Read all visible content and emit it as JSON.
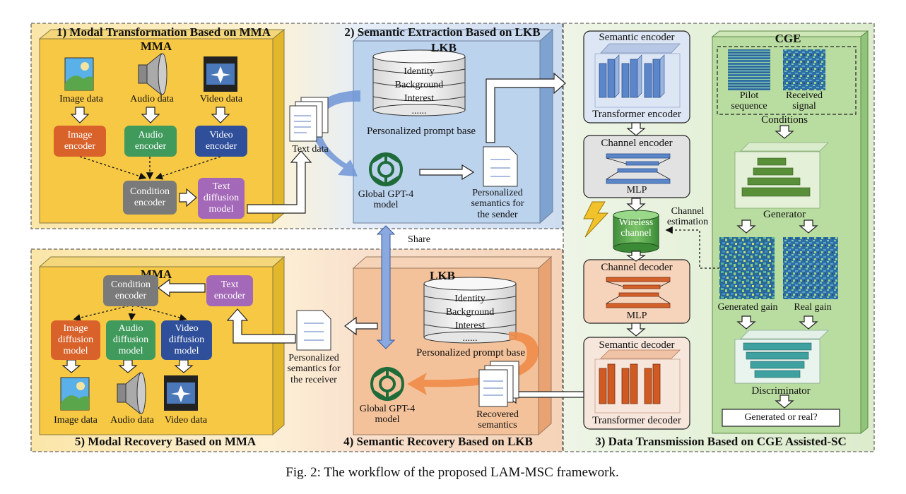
{
  "caption": "Fig. 2: The workflow of the proposed LAM-MSC framework.",
  "sections": {
    "s1": "1) Modal Transformation Based on MMA",
    "s2": "2) Semantic Extraction Based on LKB",
    "s3": "3) Data Transmission Based on CGE Assisted-SC",
    "s4": "4) Semantic Recovery Based on LKB",
    "s5": "5) Modal Recovery Based on MMA"
  },
  "mma_top": {
    "title": "MMA",
    "image_data": "Image data",
    "audio_data": "Audio data",
    "video_data": "Video data",
    "image_encoder": [
      "Image",
      "encoder"
    ],
    "audio_encoder": [
      "Audio",
      "encoder"
    ],
    "video_encoder": [
      "Video",
      "encoder"
    ],
    "condition_encoder": [
      "Condition",
      "encoder"
    ],
    "text_diffusion": [
      "Text",
      "diffusion",
      "model"
    ]
  },
  "text_data": "Text data",
  "lkb_top": {
    "title": "LKB",
    "db_items": [
      "Identity",
      "Background",
      "Interest",
      "......"
    ],
    "prompt_base": "Personalized prompt base",
    "gpt": [
      "Global GPT-4",
      "model"
    ],
    "semantics_sender": [
      "Personalized",
      "semantics for",
      "the sender"
    ]
  },
  "share": "Share",
  "lkb_bottom": {
    "title": "LKB",
    "db_items": [
      "Identity",
      "Background",
      "Interest",
      "......"
    ],
    "prompt_base": "Personalized prompt base",
    "gpt": [
      "Global GPT-4",
      "model"
    ],
    "recovered": [
      "Recovered",
      "semantics"
    ]
  },
  "semantics_receiver": [
    "Personalized",
    "semantics for",
    "the receiver"
  ],
  "mma_bottom": {
    "title": "MMA",
    "condition_encoder": [
      "Condition",
      "encoder"
    ],
    "text_encoder": [
      "Text",
      "encoder"
    ],
    "image_diffusion": [
      "Image",
      "diffusion",
      "model"
    ],
    "audio_diffusion": [
      "Audio",
      "diffusion",
      "model"
    ],
    "video_diffusion": [
      "Video",
      "diffusion",
      "model"
    ],
    "image_data": "Image data",
    "audio_data": "Audio data",
    "video_data": "Video data"
  },
  "sc": {
    "semantic_encoder": "Semantic encoder",
    "transformer_encoder": "Transformer encoder",
    "channel_encoder": "Channel encoder",
    "mlp1": "MLP",
    "wireless": [
      "Wireless",
      "channel"
    ],
    "channel_estimation": [
      "Channel",
      "estimation"
    ],
    "channel_decoder": "Channel decoder",
    "mlp2": "MLP",
    "semantic_decoder": "Semantic decoder",
    "transformer_decoder": "Transformer decoder"
  },
  "cge": {
    "title": "CGE",
    "pilot": [
      "Pilot",
      "sequence"
    ],
    "received": [
      "Received",
      "signal"
    ],
    "conditions": "Conditions",
    "generator": "Generator",
    "generated_gain": "Generated gain",
    "real_gain": "Real gain",
    "discriminator": "Discriminator",
    "generated_or_real": "Generated or real?"
  },
  "colors": {
    "yellow": "#f7c844",
    "blue": "#bcd3ee",
    "orange": "#f3c29a",
    "green": "#dcebc8",
    "image_enc": "#d9622a",
    "audio_enc": "#3f9a5c",
    "video_enc": "#2f4f9a",
    "cond_enc": "#7a7a7a",
    "text_diff": "#a468b8"
  }
}
